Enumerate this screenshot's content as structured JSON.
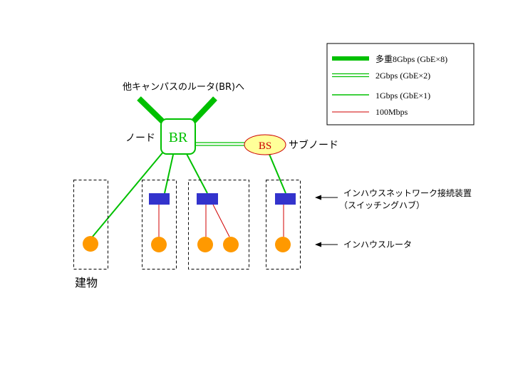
{
  "legend": {
    "items": [
      {
        "label": "多重8Gbps (GbE×8)",
        "style": "thick"
      },
      {
        "label": "2Gbps (GbE×2)",
        "style": "double"
      },
      {
        "label": "1Gbps (GbE×1)",
        "style": "single"
      },
      {
        "label": "100Mbps",
        "style": "red"
      }
    ]
  },
  "labels": {
    "external_router": "他キャンパスのルータ(BR)へ",
    "node": "ノード",
    "br": "BR",
    "bs": "BS",
    "subnode": "サブノード",
    "switch_hub_line1": "インハウスネットワーク接続装置",
    "switch_hub_line2": "（スイッチングハブ）",
    "inhouse_router": "インハウスルータ",
    "building": "建物"
  },
  "colors": {
    "green": "#00c000",
    "red": "#d00000",
    "hub": "#3333cc",
    "router": "#ff9900",
    "bs_fill": "#ffff99",
    "bs_text": "#cc0000"
  }
}
